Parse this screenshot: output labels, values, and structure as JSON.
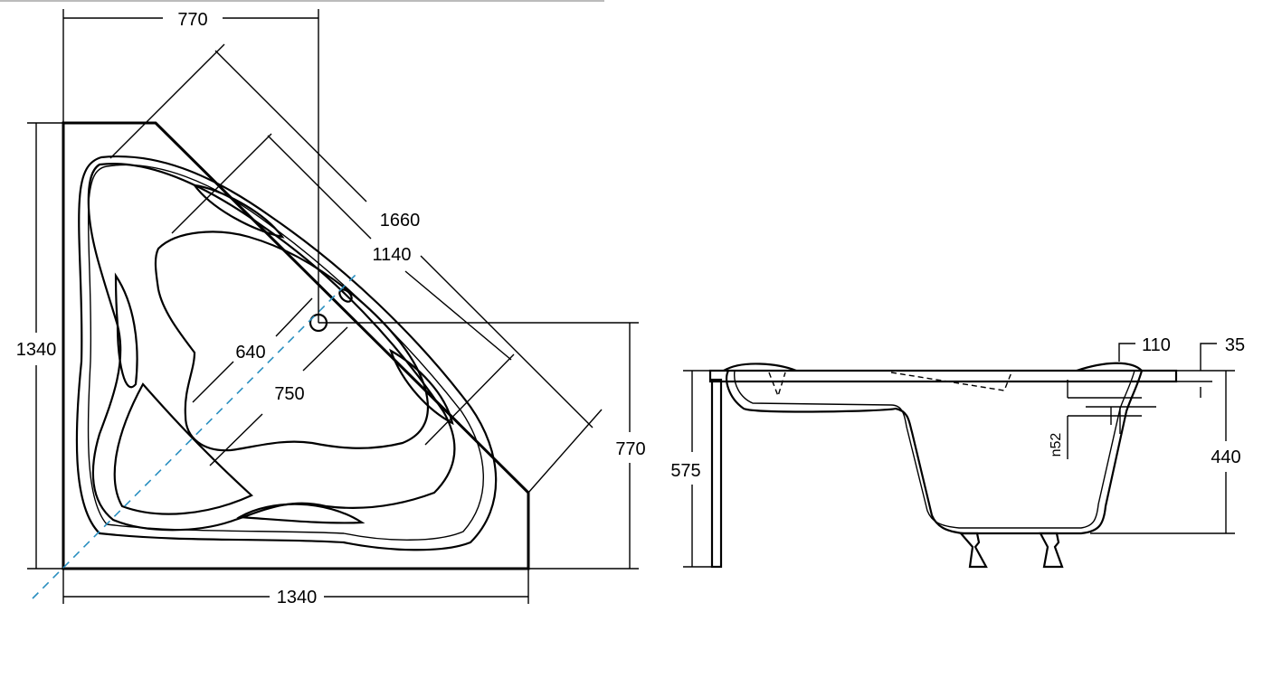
{
  "colors": {
    "line": "#000000",
    "axis": "#2a8fc0",
    "background": "#ffffff"
  },
  "plan_view": {
    "dims": {
      "top_width": "770",
      "diagonal_outer": "1660",
      "diagonal_inner": "1140",
      "left_height": "1340",
      "inner_width": "640",
      "inner_diag": "750",
      "right_height": "770",
      "bottom_width": "1340"
    }
  },
  "side_view": {
    "dims": {
      "rim": "110",
      "lip": "35",
      "height": "575",
      "overflow": "n52",
      "depth": "440"
    }
  }
}
